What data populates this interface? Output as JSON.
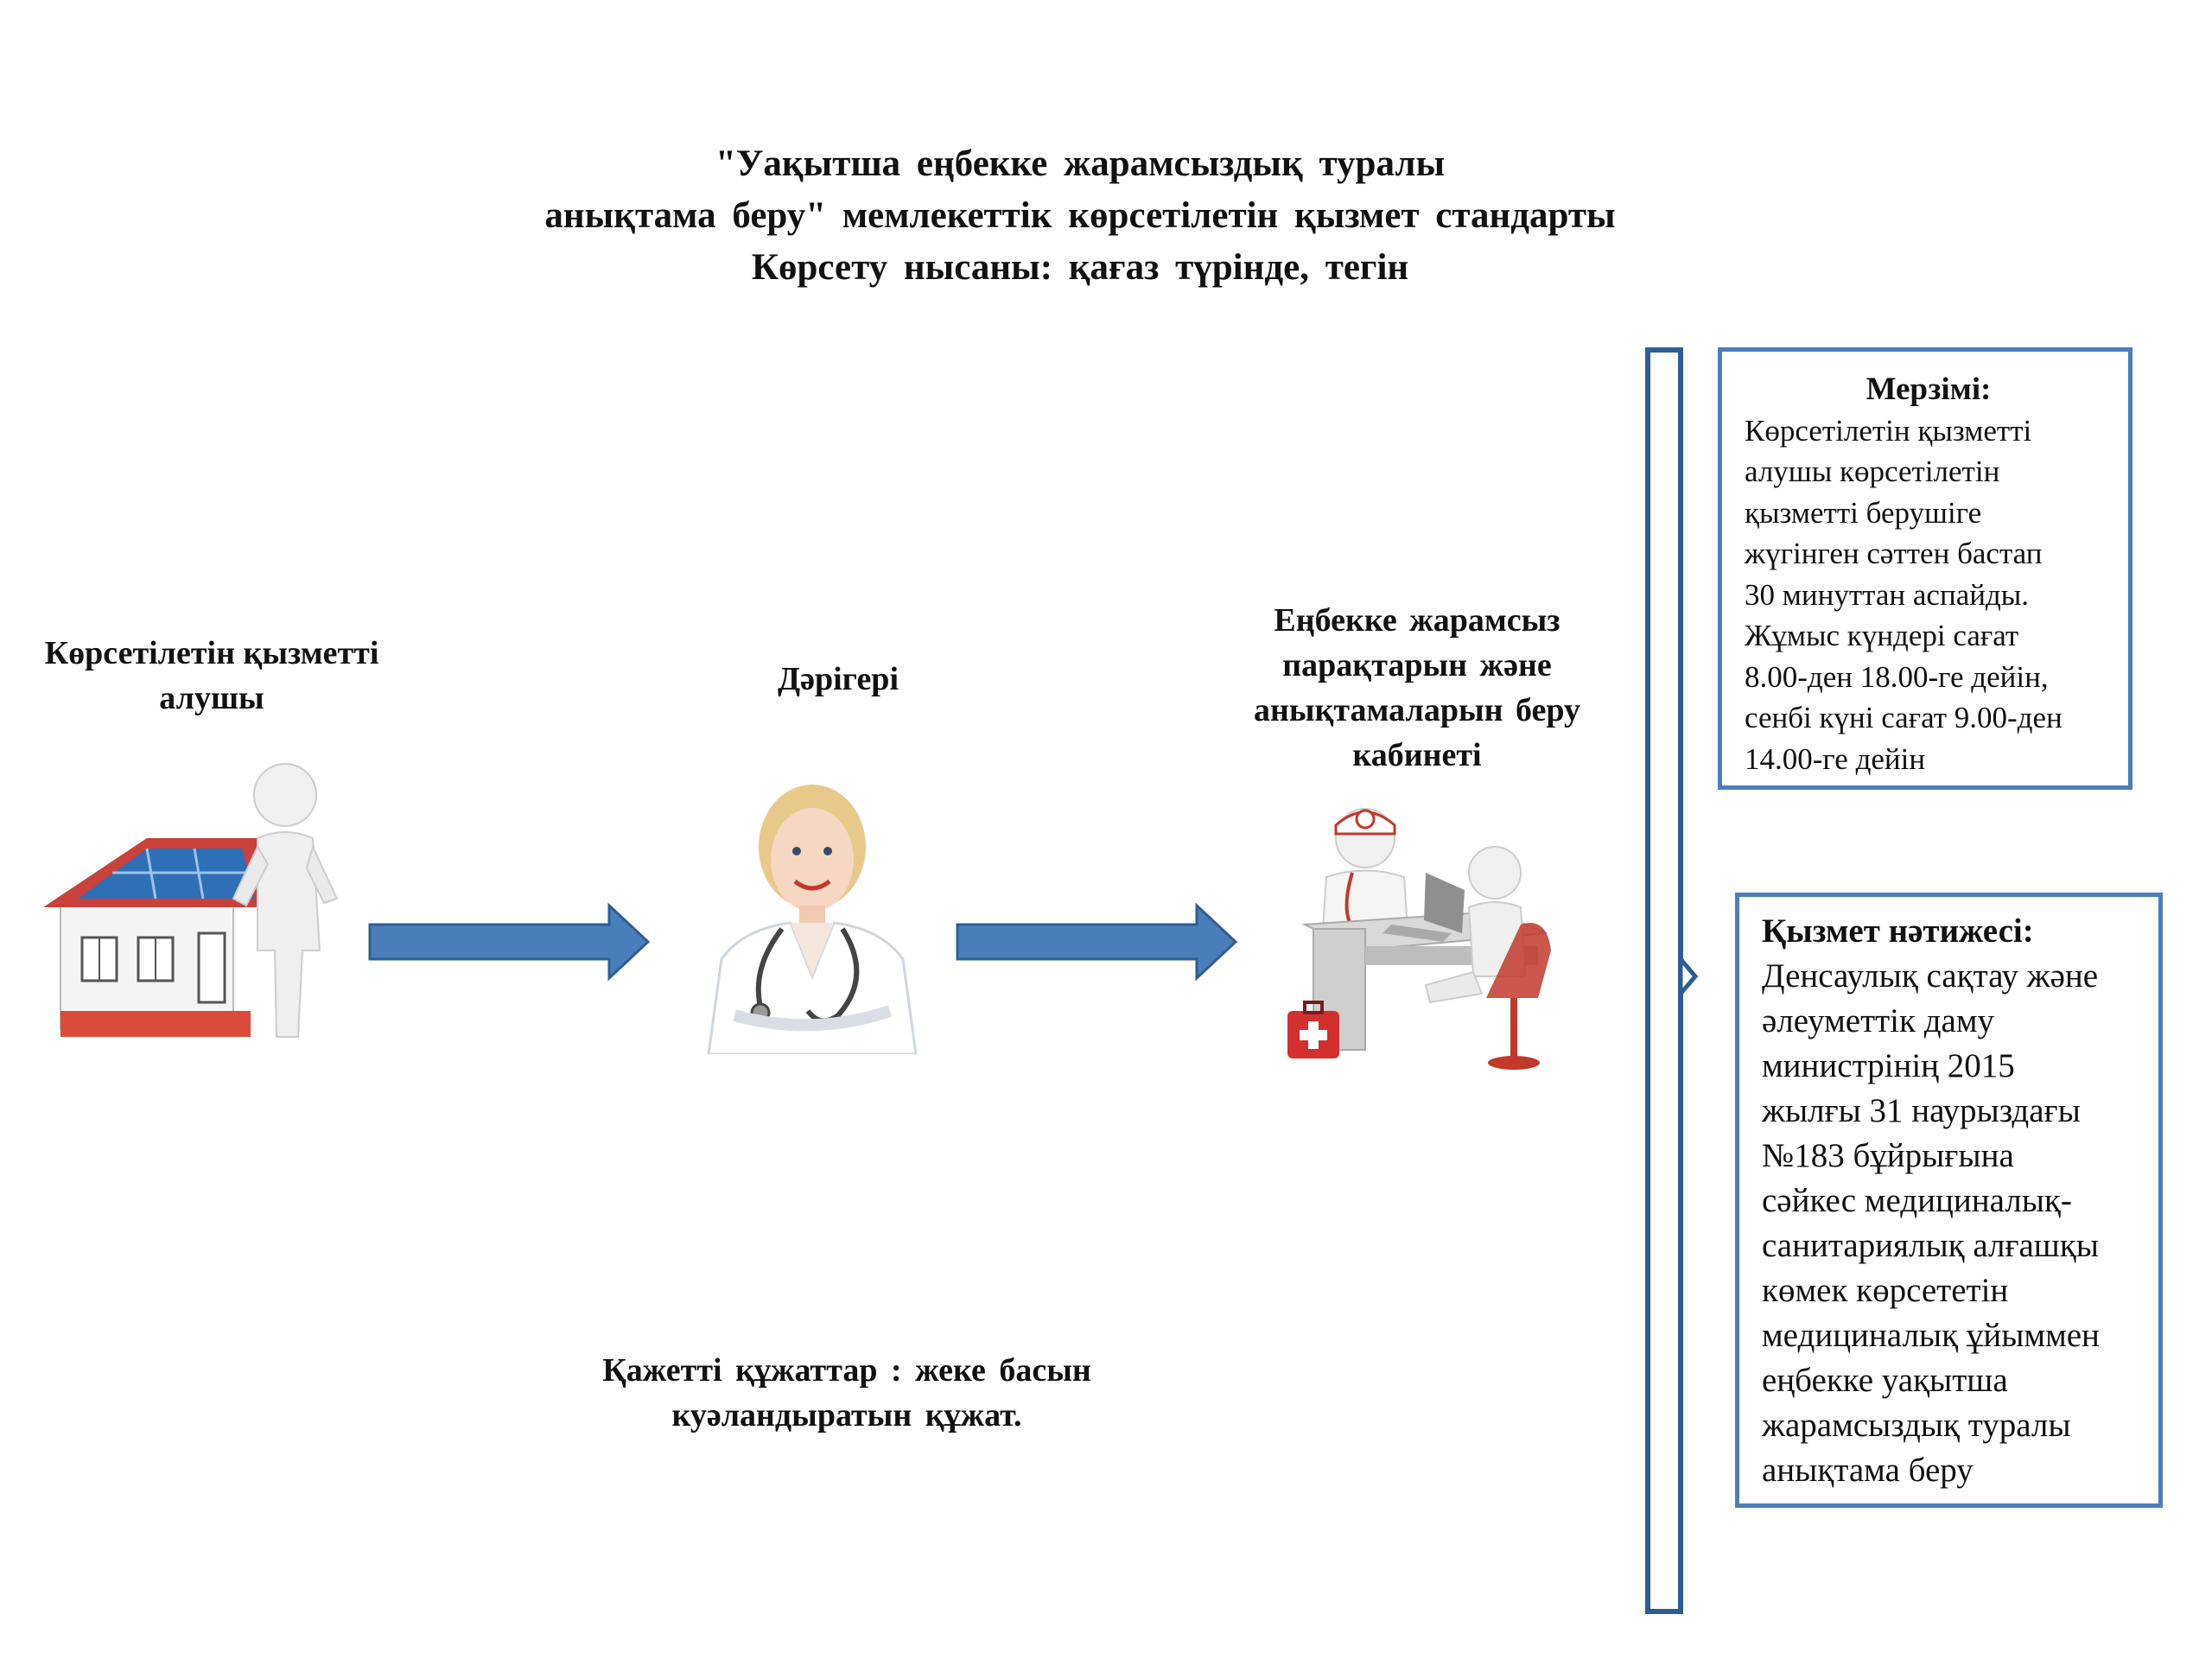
{
  "title": {
    "lines": [
      "\"Уақытша  еңбекке  жарамсыздық  туралы",
      "анықтама  беру\" мемлекеттік  көрсетілетін  қызмет  стандарты",
      "Көрсету нысаны: қағаз түрінде, тегін"
    ]
  },
  "flow": {
    "recipient": {
      "lines": [
        "Көрсетілетін қызметті",
        "алушы"
      ],
      "icon": "person-with-house-icon"
    },
    "doctor": {
      "lines": [
        "Дәрігері"
      ],
      "icon": "doctor-icon"
    },
    "office": {
      "lines": [
        "Еңбекке  жарамсыз",
        "парақтарын  және",
        "анықтамаларын беру",
        "кабинеті"
      ],
      "icon": "medical-office-icon"
    }
  },
  "documents": {
    "lines": [
      "Қажетті   құжаттар : жеке  басын",
      "куәландыратын  құжат."
    ]
  },
  "term_box": {
    "heading": "Мерзімі:",
    "lines": [
      "Көрсетілетін қызметті",
      "алушы көрсетілетін",
      "қызметті берушіге",
      "жүгінген сәттен бастап",
      "30 минуттан аспайды.",
      "Жұмыс күндері сағат",
      "8.00-ден 18.00-ге дейін,",
      "сенбі күні сағат 9.00-ден",
      "14.00-ге дейін"
    ]
  },
  "result_box": {
    "heading": "Қызмет  нәтижесі:",
    "lines": [
      "Денсаулық сақтау және",
      "әлеуметтік даму",
      "министрінің 2015",
      "жылғы 31 наурыздағы",
      "№183 бұйрығына",
      "сәйкес медициналық-",
      "санитариялық алғашқы",
      "көмек көрсететін",
      "медициналық ұйыммен",
      "еңбекке уақытша",
      "жарамсыздық туралы",
      "анықтама беру"
    ]
  },
  "colors": {
    "arrow": "#4a7ebb",
    "arrow_stroke": "#2f5d93",
    "box_border": "#4a7ebb"
  }
}
